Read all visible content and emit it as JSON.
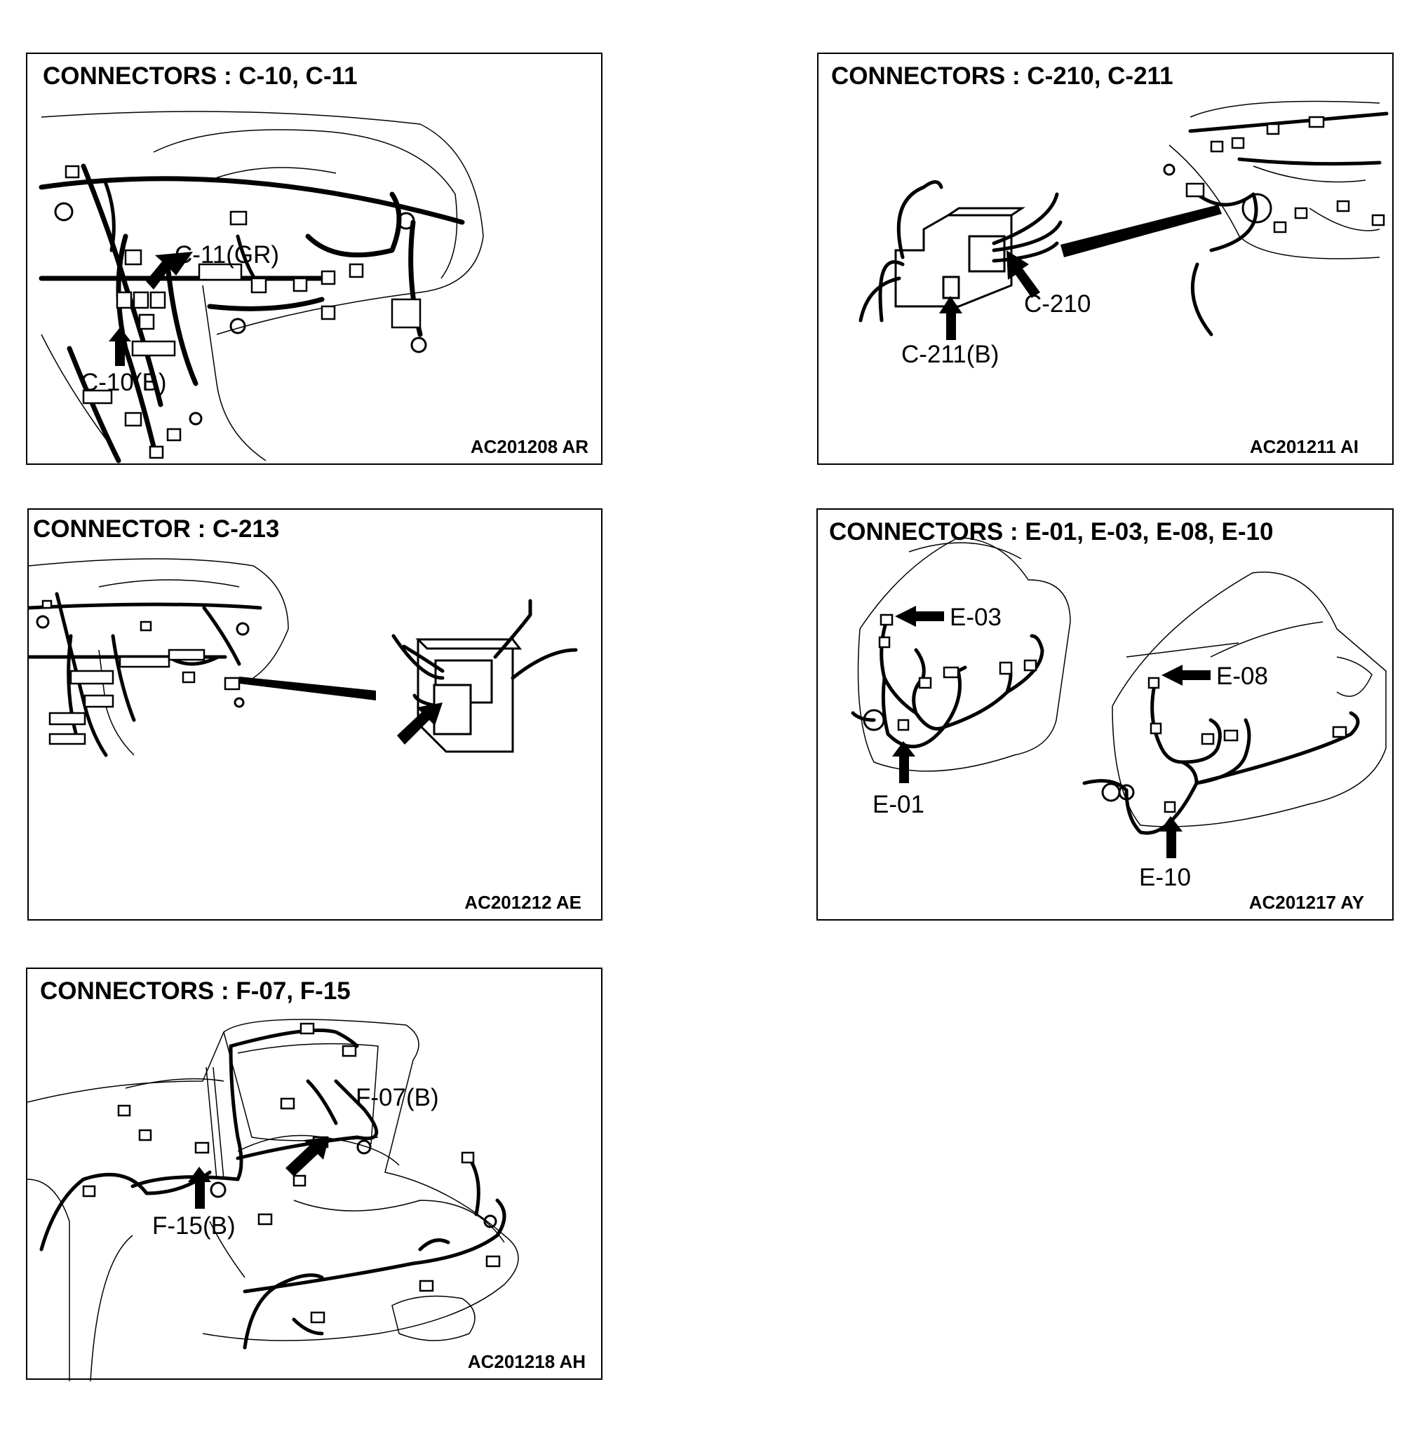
{
  "panels": [
    {
      "title": "CONNECTORS : C-10, C-11",
      "code": "AC201208 AR",
      "labels": [
        "C-11(GR)",
        "C-10(B)"
      ]
    },
    {
      "title": "CONNECTORS : C-210, C-211",
      "code": "AC201211 AI",
      "labels": [
        "C-210",
        "C-211(B)"
      ]
    },
    {
      "title": "CONNECTOR : C-213",
      "code": "AC201212 AE",
      "labels": []
    },
    {
      "title": "CONNECTORS : E-01, E-03, E-08, E-10",
      "code": "AC201217 AY",
      "labels": [
        "E-03",
        "E-01",
        "E-08",
        "E-10"
      ]
    },
    {
      "title": "CONNECTORS : F-07, F-15",
      "code": "AC201218 AH",
      "labels": [
        "F-07(B)",
        "F-15(B)"
      ]
    }
  ],
  "colors": {
    "line": "#000000",
    "background": "#ffffff"
  }
}
